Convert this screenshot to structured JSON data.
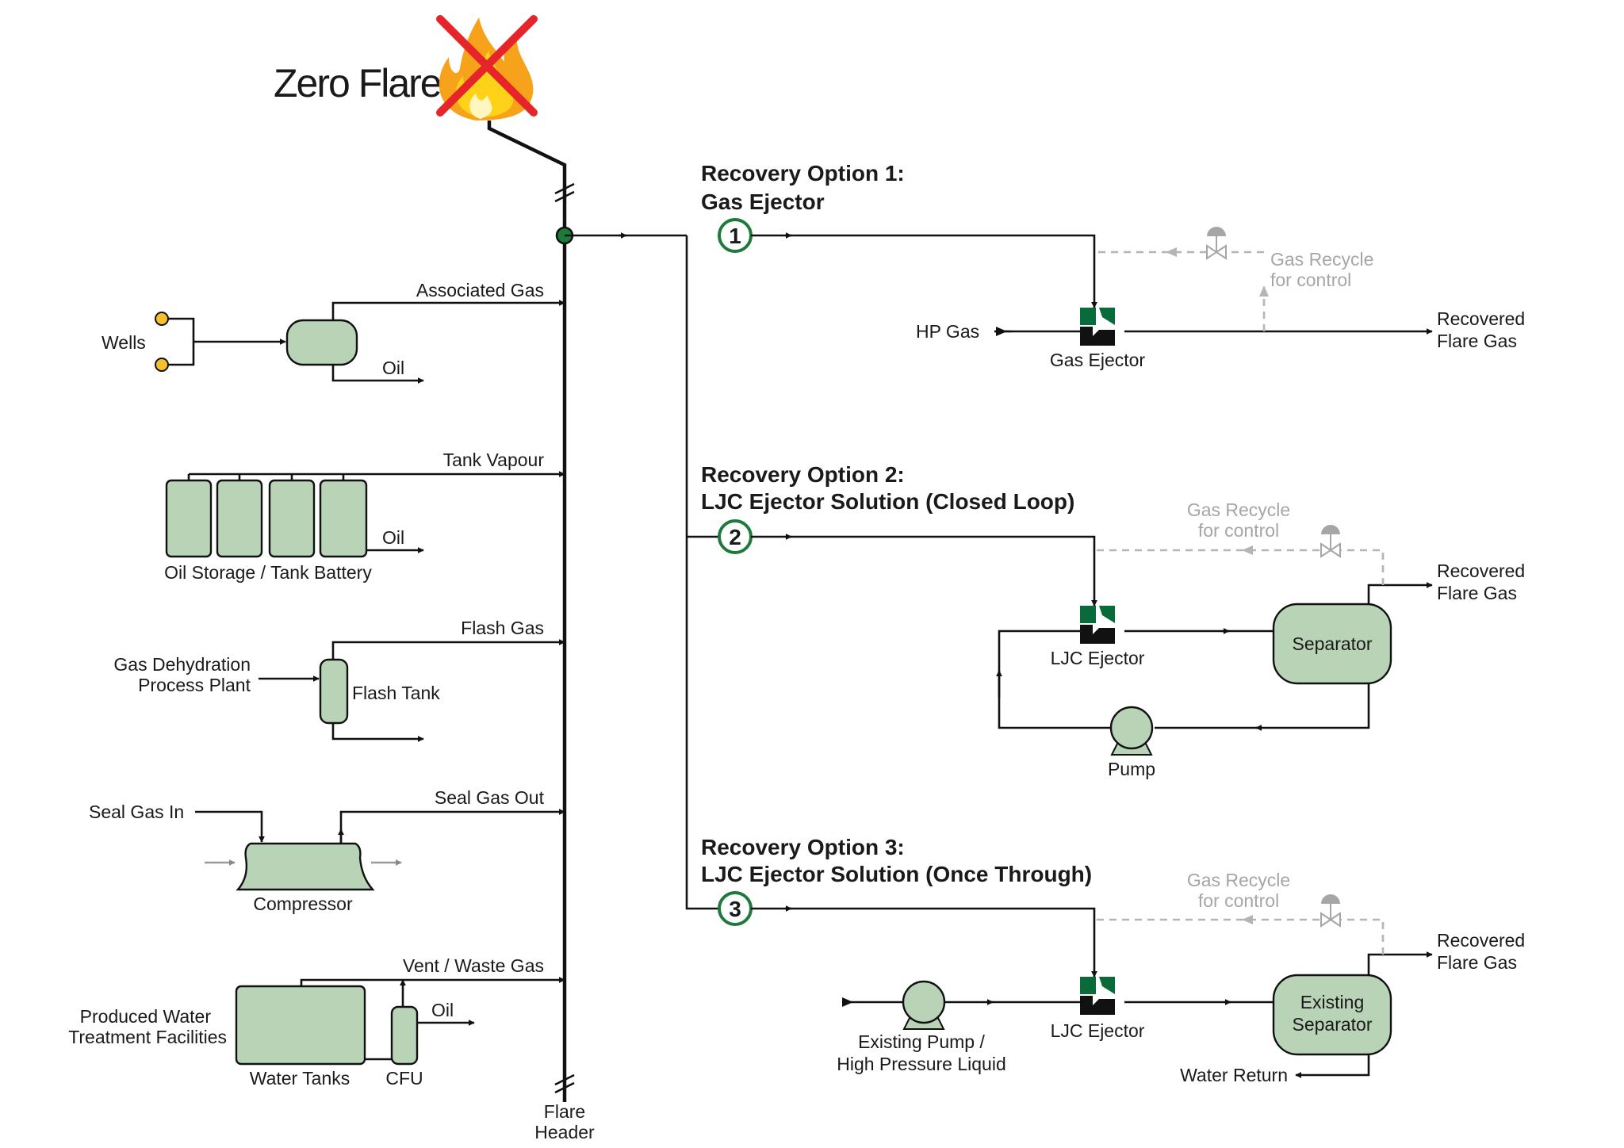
{
  "title": "Zero Flare!",
  "header_label": {
    "line1": "Flare",
    "line2": "Header"
  },
  "sources": {
    "wells": "Wells",
    "associated_gas": "Associated Gas",
    "oil_1": "Oil",
    "tank_vapour": "Tank Vapour",
    "oil_2": "Oil",
    "oil_storage": "Oil Storage / Tank Battery",
    "flash_gas": "Flash Gas",
    "gas_dehydration": {
      "line1": "Gas Dehydration",
      "line2": "Process Plant"
    },
    "flash_tank": "Flash Tank",
    "seal_gas_in": "Seal Gas In",
    "seal_gas_out": "Seal Gas Out",
    "compressor": "Compressor",
    "vent_waste_gas": "Vent / Waste Gas",
    "produced_water": {
      "line1": "Produced Water",
      "line2": "Treatment Facilities"
    },
    "oil_3": "Oil",
    "water_tanks": "Water Tanks",
    "cfu": "CFU"
  },
  "options": [
    {
      "number": "1",
      "title_line1": "Recovery Option 1:",
      "title_line2": "Gas Ejector",
      "recycle": {
        "line1": "Gas Recycle",
        "line2": "for control"
      },
      "hp_gas": "HP Gas",
      "ejector": "Gas Ejector",
      "recovered": {
        "line1": "Recovered",
        "line2": "Flare Gas"
      }
    },
    {
      "number": "2",
      "title_line1": "Recovery Option 2:",
      "title_line2": "LJC Ejector Solution (Closed Loop)",
      "recycle": {
        "line1": "Gas Recycle",
        "line2": "for control"
      },
      "ejector": "LJC Ejector",
      "separator": "Separator",
      "pump": "Pump",
      "recovered": {
        "line1": "Recovered",
        "line2": "Flare Gas"
      }
    },
    {
      "number": "3",
      "title_line1": "Recovery Option 3:",
      "title_line2": "LJC Ejector Solution (Once Through)",
      "recycle": {
        "line1": "Gas Recycle",
        "line2": "for control"
      },
      "ejector": "LJC Ejector",
      "pump": {
        "line1": "Existing Pump /",
        "line2": "High Pressure Liquid"
      },
      "separator": {
        "line1": "Existing",
        "line2": "Separator"
      },
      "water_return": "Water Return",
      "recovered": {
        "line1": "Recovered",
        "line2": "Flare Gas"
      }
    }
  ],
  "colors": {
    "vessel_fill": "#b9d3b7",
    "ejector_green": "#0a6b3a",
    "node_green": "#1d7a3a",
    "flame_yellow": "#ffd21a",
    "flame_orange": "#f7a21b",
    "cross_red": "#e5252a",
    "recycle_grey": "#b5b5b5"
  },
  "icons": [
    "flame-icon",
    "no-flare-cross-icon",
    "ejector-icon",
    "pump-icon",
    "control-valve-icon"
  ]
}
